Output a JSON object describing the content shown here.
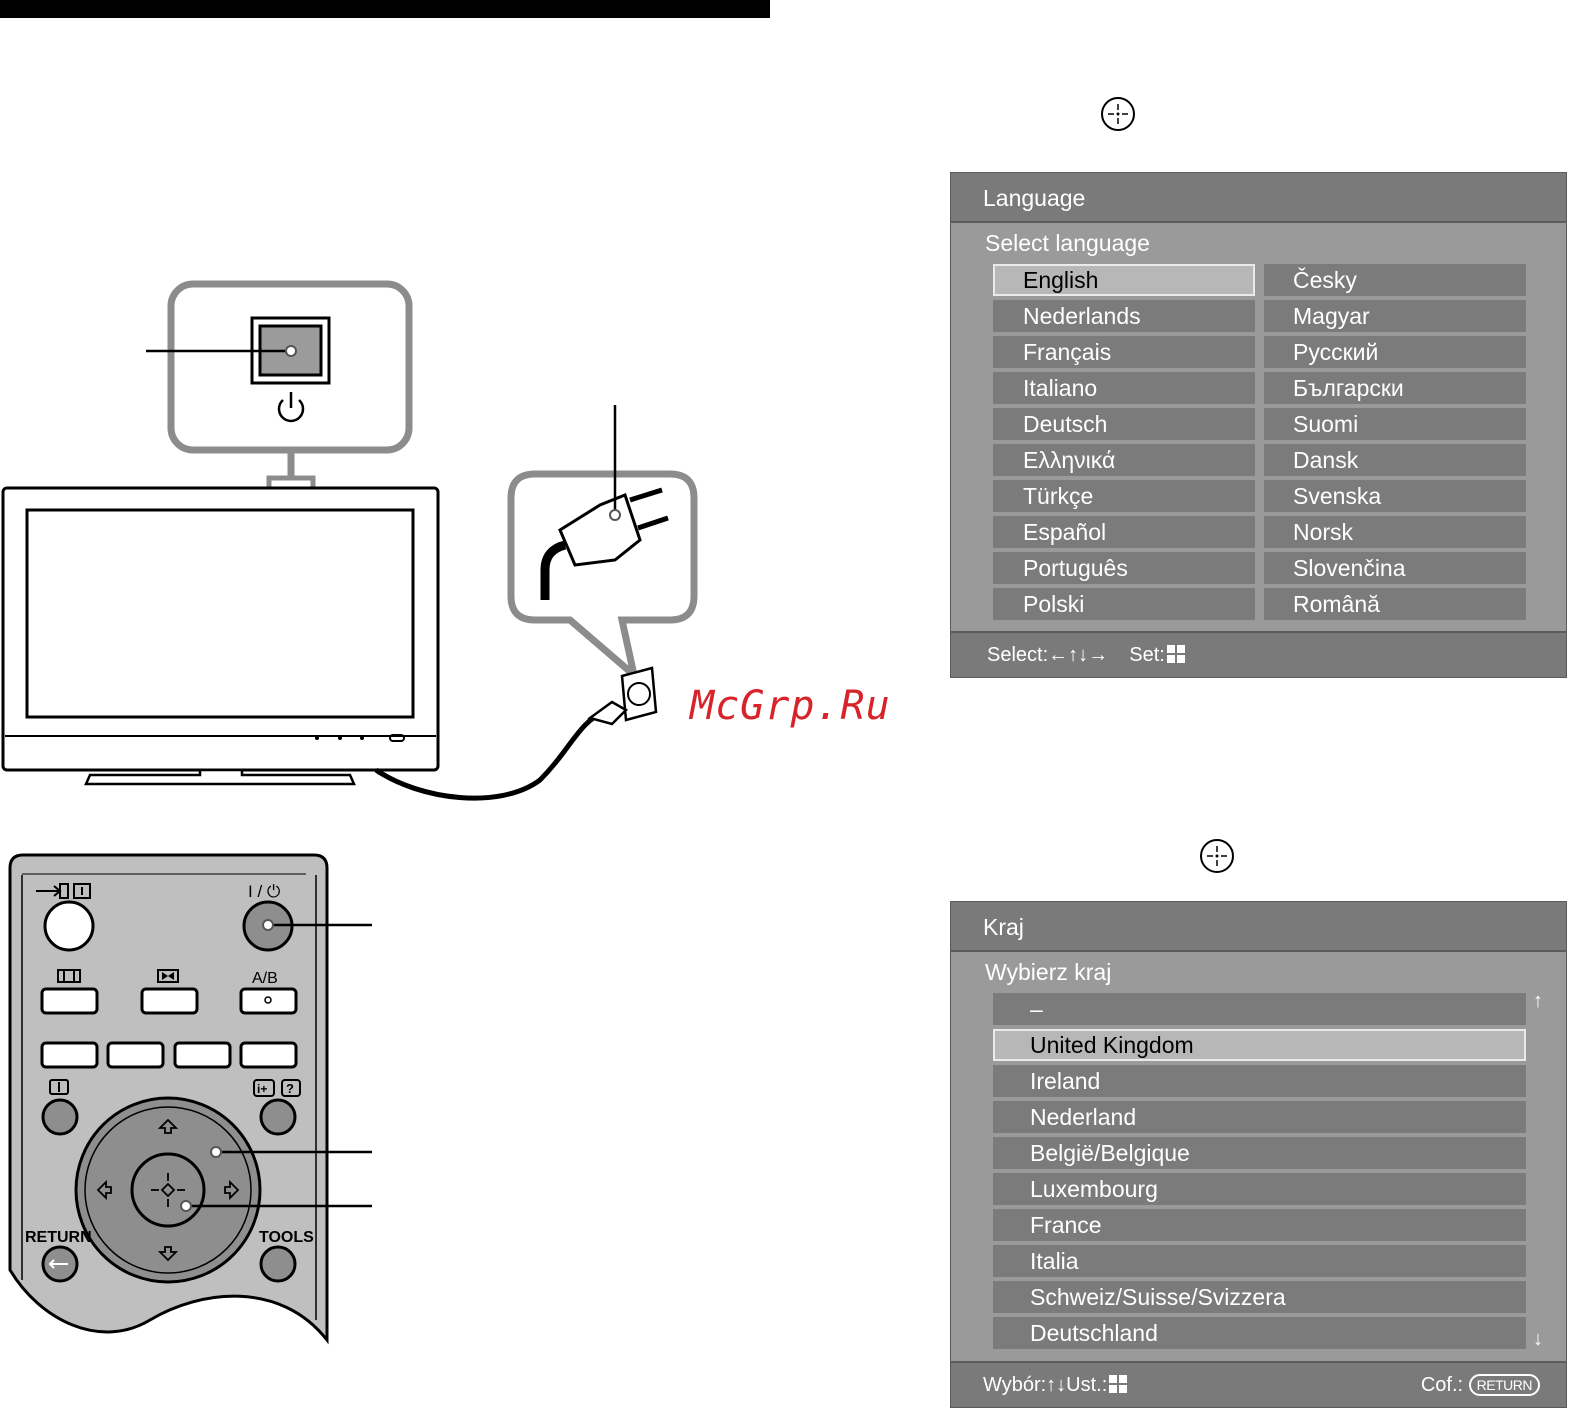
{
  "watermark": "McGrp.Ru",
  "tv_power": {
    "symbol": "⏻"
  },
  "remote": {
    "return_label": "RETURN",
    "tools_label": "TOOLS",
    "ab_label": "A/B",
    "power_label": "I / ⏻"
  },
  "language_menu": {
    "title": "Language",
    "subtitle": "Select language",
    "left_column": [
      "English",
      "Nederlands",
      "Français",
      "Italiano",
      "Deutsch",
      "Ελληνικά",
      "Türkçe",
      "Español",
      "Português",
      "Polski"
    ],
    "right_column": [
      "Česky",
      "Magyar",
      "Русский",
      "Български",
      "Suomi",
      "Dansk",
      "Svenska",
      "Norsk",
      "Slovenčina",
      "Română"
    ],
    "selected": "English",
    "footer": {
      "select_label": "Select:",
      "select_arrows": "←↑↓→",
      "set_label": "Set:"
    }
  },
  "country_menu": {
    "title": "Kraj",
    "subtitle": "Wybierz kraj",
    "items": [
      "–",
      "United Kingdom",
      "Ireland",
      "Nederland",
      "België/Belgique",
      "Luxembourg",
      "France",
      "Italia",
      "Schweiz/Suisse/Svizzera",
      "Deutschland"
    ],
    "selected": "United Kingdom",
    "scroll_up": "↑",
    "scroll_down": "↓",
    "footer": {
      "select_label": "Wybór:",
      "select_arrows": "↑↓",
      "set_label": "Ust.:",
      "back_label": "Cof.:",
      "back_button": "RETURN"
    }
  }
}
